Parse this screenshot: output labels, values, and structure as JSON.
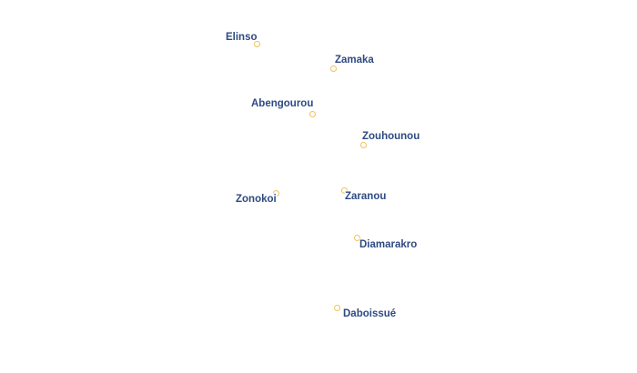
{
  "map": {
    "places": [
      {
        "id": "elinso",
        "name": "Elinso"
      },
      {
        "id": "zamaka",
        "name": "Zamaka"
      },
      {
        "id": "abengourou",
        "name": "Abengourou"
      },
      {
        "id": "zouhounou",
        "name": "Zouhounou"
      },
      {
        "id": "zaranou",
        "name": "Zaranou"
      },
      {
        "id": "zonokoi",
        "name": "Zonokoi"
      },
      {
        "id": "diamarakro",
        "name": "Diamarakro"
      },
      {
        "id": "daboissue",
        "name": "Daboissué"
      }
    ],
    "marker_color": "#f2c05c",
    "label_color": "#2e4a82",
    "label_halo_color": "#ffffff",
    "background_color": "#ffffff"
  }
}
